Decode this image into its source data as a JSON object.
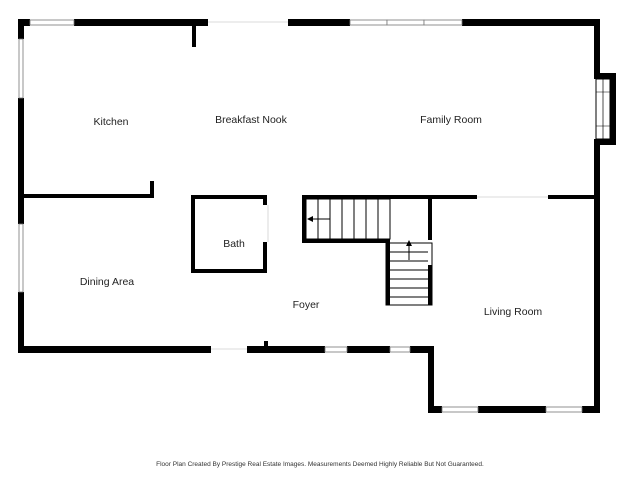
{
  "rooms": {
    "kitchen": "Kitchen",
    "breakfast_nook": "Breakfast Nook",
    "family_room": "Family Room",
    "bath": "Bath",
    "dining_area": "Dining Area",
    "foyer": "Foyer",
    "living_room": "Living Room"
  },
  "footer": "Floor Plan Created By Prestige Real Estate Images. Measurements Deemed Highly Reliable But Not Guaranteed."
}
